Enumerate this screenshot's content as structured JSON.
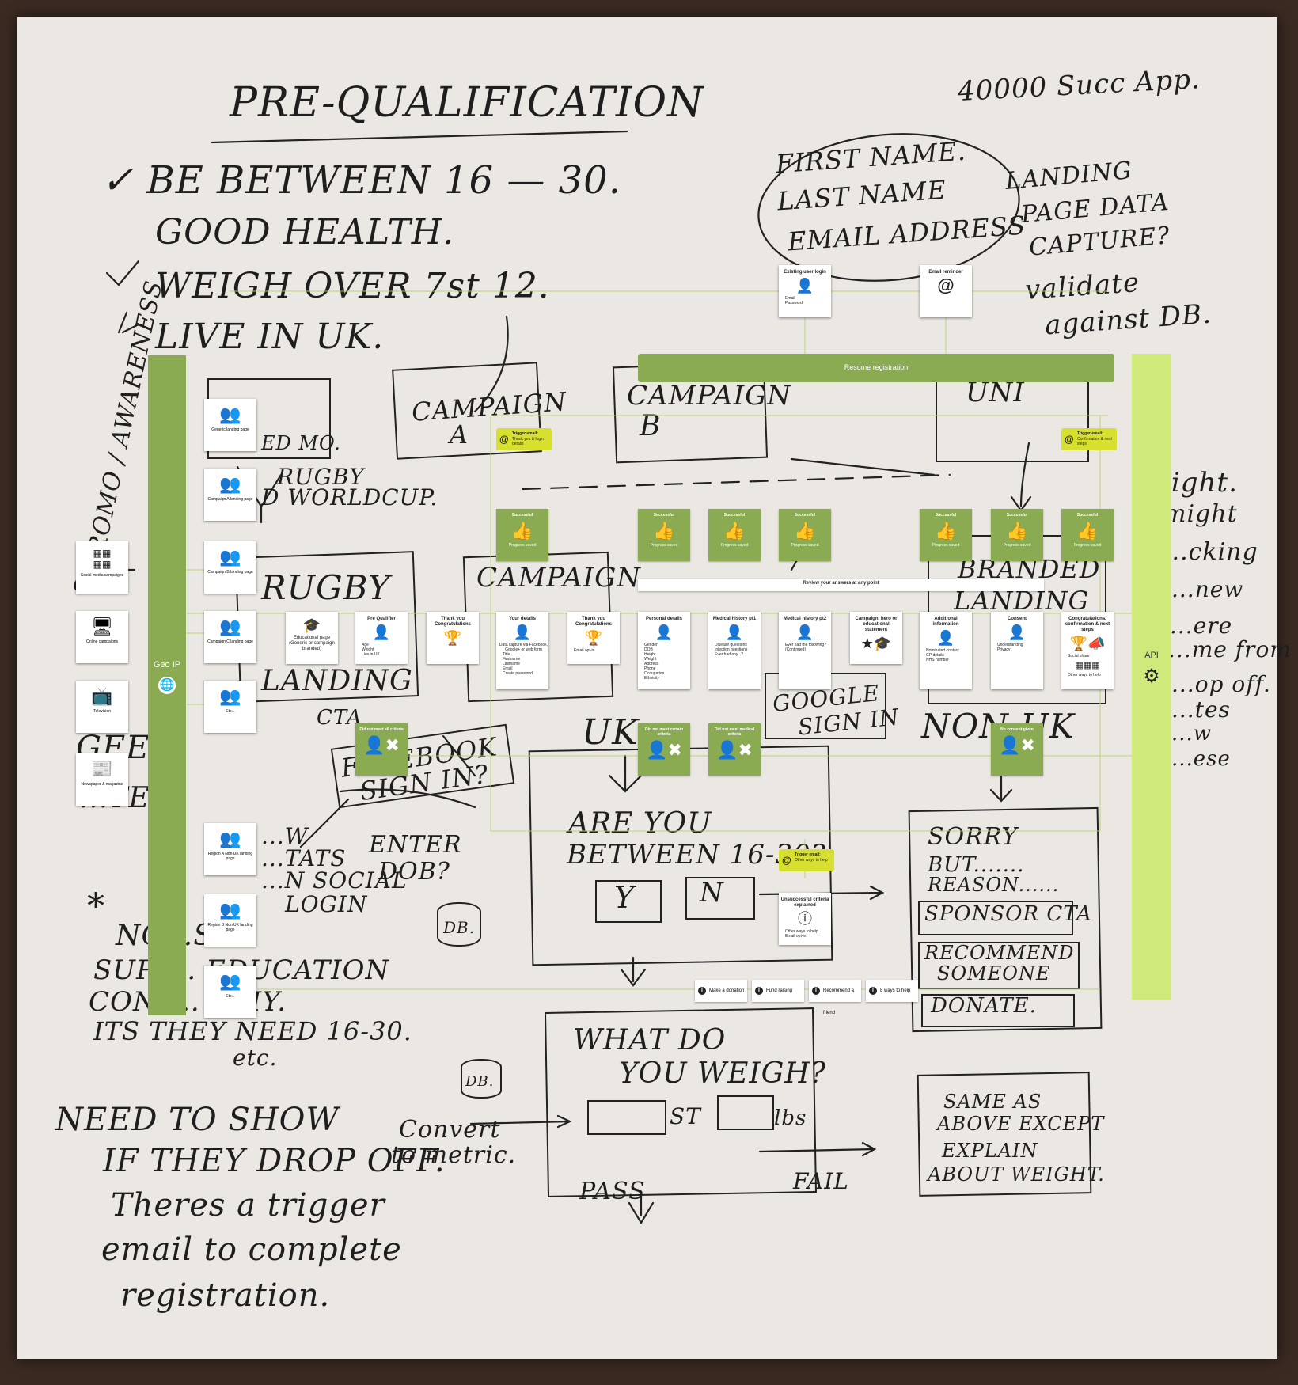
{
  "sketch": {
    "title": "PRE-QUALIFICATION",
    "top_right": "40000 Succ App.",
    "criteria": [
      "✓ BE BETWEEN 16 — 30.",
      "GOOD HEALTH.",
      "WEIGH OVER 7st 12.",
      "LIVE IN UK."
    ],
    "circle_fields": [
      "FIRST NAME.",
      "LAST NAME",
      "EMAIL ADDRESS"
    ],
    "landing_note": [
      "LANDING",
      "PAGE DATA",
      "CAPTURE?"
    ],
    "validate_note": [
      "validate",
      "against DB."
    ],
    "promo": "PROMO / AWARENESS",
    "campaign_a": [
      "CAMPAIGN",
      "A"
    ],
    "campaign_b": [
      "CAMPAIGN",
      "B"
    ],
    "uni": "UNI",
    "rugby_notes": [
      "ED MO.",
      "RUGBY",
      "D WORLDCUP."
    ],
    "rugby_box": [
      "RUGBY",
      "LANDING"
    ],
    "campaign_c": "CAMPAIGN",
    "branded": [
      "BRANDED",
      "LANDING"
    ],
    "right_notes": [
      "light.",
      "might",
      "...cking",
      "...new",
      "...ere",
      "...me from",
      "...op off.",
      "...tes",
      "...w",
      "...ese"
    ],
    "left_notes": [
      "cta",
      "GEEP.",
      "...TED",
      "CTA"
    ],
    "facebook_box": [
      "FACEBOOK",
      "SIGN IN?"
    ],
    "social_notes": [
      "...W",
      "...TATS",
      "...N SOCIAL",
      "LOGIN"
    ],
    "enter_dob": [
      "ENTER",
      "DOB?"
    ],
    "uk": "UK",
    "non_uk": "NON UK",
    "google": [
      "GOOGLE",
      "SIGN IN"
    ],
    "age_question": [
      "ARE YOU",
      "BETWEEN 16-30?"
    ],
    "yes": "Y",
    "no": "N",
    "db": "DB.",
    "sorry_box": [
      "SORRY",
      "BUT.......",
      "REASON......"
    ],
    "sponsor": "SPONSOR CTA",
    "recommend": [
      "RECOMMEND",
      "SOMEONE"
    ],
    "donate": "DONATE.",
    "weight_question": [
      "WHAT DO",
      "YOU WEIGH?"
    ],
    "st": "ST",
    "lbs": "lbs",
    "convert": [
      "Convert",
      "to metric."
    ],
    "pass": "PASS",
    "fail": "FAIL",
    "same_as": [
      "SAME AS",
      "ABOVE EXCEPT",
      "EXPLAIN",
      "ABOUT WEIGHT."
    ],
    "education_notes": [
      "*",
      "NO...S",
      "SUPP... EDUCATION",
      "CONT... WHY.",
      "ITS THEY NEED 16-30.",
      "etc."
    ],
    "footer_notes": [
      "NEED TO SHOW",
      "IF THEY DROP OFF.",
      "Theres a trigger",
      "email to complete",
      "registration."
    ]
  },
  "diagram": {
    "geo_ip": "Geo IP",
    "api": "API",
    "resume": "Resume registration",
    "review": "Review your answers at any point",
    "channels": [
      {
        "label": "Social media campaigns",
        "icon": "social-icons"
      },
      {
        "label": "Online campaigns",
        "icon": "monitor-icon"
      },
      {
        "label": "Television",
        "icon": "tv-icon"
      },
      {
        "label": "Newspaper & magazine",
        "icon": "newspaper-icon"
      }
    ],
    "landing_pages": [
      "Generic landing page",
      "Campaign A landing page",
      "Campaign B landing page",
      "Campaign C landing page",
      "Etc...",
      "Region A Non UK landing page",
      "Region B Non UK landing page",
      "Etc..."
    ],
    "login": {
      "title": "Existing user login",
      "items": [
        "Email",
        "Password"
      ]
    },
    "reminder": {
      "title": "Email reminder"
    },
    "flow": [
      {
        "title": "Educational page (Generic or campaign branded)",
        "items": []
      },
      {
        "title": "Pre Qualifier",
        "items": [
          "Age",
          "Weight",
          "Live in UK"
        ]
      },
      {
        "title": "Thank you Congratulations",
        "items": []
      },
      {
        "title": "Your details",
        "items": [
          "Data capture via Facebook, Google+ or web form",
          "Title",
          "Firstname",
          "Lastname",
          "Email",
          "Create password"
        ]
      },
      {
        "title": "Thank you Congratulations",
        "items": [
          "Email opt-in"
        ]
      },
      {
        "title": "Personal details",
        "items": [
          "Gender",
          "DOB",
          "Height",
          "Weight",
          "Address",
          "Phone",
          "Occupation",
          "Ethnicity"
        ]
      },
      {
        "title": "Medical history pt1",
        "items": [
          "Disease questions",
          "Injection questions",
          "Ever had any...?"
        ]
      },
      {
        "title": "Medical history pt2",
        "items": [
          "Ever had the following?",
          "(Continued)"
        ]
      },
      {
        "title": "Campaign, hero or educational statement",
        "items": []
      },
      {
        "title": "Additional information",
        "items": [
          "Nominated contact",
          "GP details",
          "NHS number"
        ]
      },
      {
        "title": "Consent",
        "items": [
          "Understanding",
          "Privacy"
        ]
      },
      {
        "title": "Congratulations, confirmation & next steps",
        "items": [
          "Social share",
          "Other ways to help"
        ]
      }
    ],
    "saved": {
      "title": "Successful",
      "sub": "Progress saved"
    },
    "triggers": [
      {
        "title": "Trigger email:",
        "body": "Thank you & login details"
      },
      {
        "title": "Trigger email:",
        "body": "Confirmation & next steps"
      },
      {
        "title": "Trigger email:",
        "body": "Other ways to help"
      }
    ],
    "fails": [
      "Did not meet all criteria",
      "Did not meet certain criteria",
      "Did not meet medical criteria",
      "No consent given"
    ],
    "unsuccessful": {
      "title": "Unsuccessful criteria explained",
      "items": [
        "Other ways to help",
        "Email opt-in"
      ]
    },
    "actions": [
      "Make a donation",
      "Fund raising",
      "Recommend a friend",
      "8 ways to help"
    ]
  },
  "colors": {
    "bar_green": "#8bab52",
    "api_green": "#cfea7a",
    "trigger_yellow": "#d7e02e",
    "paper": "#ebe7e2"
  }
}
